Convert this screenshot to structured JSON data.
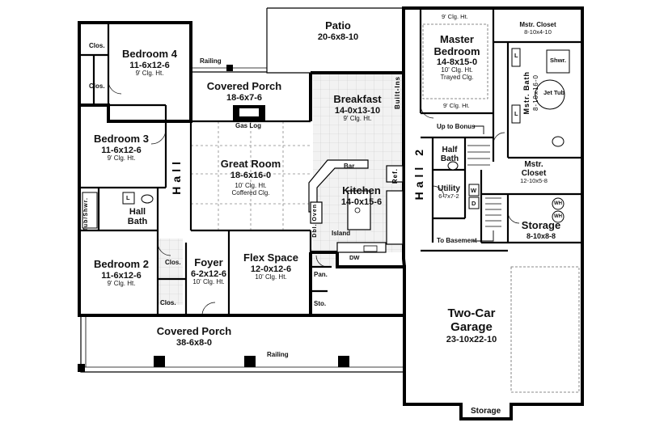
{
  "rooms": {
    "patio": {
      "name": "Patio",
      "dims": "20-6x8-10"
    },
    "master": {
      "name1": "Master",
      "name2": "Bedroom",
      "dims": "14-8x15-0",
      "clg1": "10' Clg. Ht.",
      "clg2": "Trayed Clg."
    },
    "bed4": {
      "name": "Bedroom 4",
      "dims": "11-6x12-6",
      "clg": "9' Clg. Ht."
    },
    "bed3": {
      "name": "Bedroom 3",
      "dims": "11-6x12-6",
      "clg": "9' Clg. Ht."
    },
    "bed2": {
      "name": "Bedroom 2",
      "dims": "11-6x12-6",
      "clg": "9' Clg. Ht."
    },
    "covered_porch_top": {
      "name": "Covered Porch",
      "dims": "18-6x7-6"
    },
    "breakfast": {
      "name": "Breakfast",
      "dims": "14-0x13-10",
      "clg": "9' Clg. Ht."
    },
    "great_room": {
      "name": "Great Room",
      "dims": "18-6x16-0",
      "clg1": "10' Clg. Ht.",
      "clg2": "Coffered Clg."
    },
    "kitchen": {
      "name": "Kitchen",
      "dims": "14-0x15-6"
    },
    "foyer": {
      "name": "Foyer",
      "dims": "6-2x12-6",
      "clg": "10' Clg. Ht."
    },
    "flex": {
      "name": "Flex Space",
      "dims": "12-0x12-6",
      "clg": "10' Clg. Ht."
    },
    "covered_porch_front": {
      "name": "Covered Porch",
      "dims": "38-6x8-0"
    },
    "garage": {
      "name1": "Two-Car",
      "name2": "Garage",
      "dims": "23-10x22-10"
    },
    "storage_right": {
      "name": "Storage",
      "dims": "8-10x8-8"
    },
    "mstr_closet_top": {
      "name": "Mstr. Closet",
      "dims": "8-10x4-10"
    },
    "mstr_closet": {
      "name1": "Mstr.",
      "name2": "Closet",
      "dims": "12-10x5-8"
    },
    "mstr_bath": {
      "name": "Mstr. Bath",
      "dims": "8-10x16-0"
    },
    "half_bath": {
      "name1": "Half",
      "name2": "Bath"
    },
    "utility": {
      "name": "Utility",
      "dims": "6-7x7-2"
    },
    "hall_bath": {
      "name1": "Hall",
      "name2": "Bath"
    }
  },
  "labels": {
    "hall": "Hall",
    "hall2": "Hall 2",
    "clos": "Clos.",
    "railing": "Railing",
    "gas_log": "Gas Log",
    "bar": "Bar",
    "island": "Island",
    "dw": "DW",
    "pan": "Pan.",
    "sto": "Sto.",
    "built_ins": "Built-Ins",
    "ref": "Ref.",
    "dbl_oven": "Dbl. Oven",
    "up_to_bonus": "Up to Bonus",
    "to_basement": "To Basement",
    "storage_bottom": "Storage",
    "clg_9": "9' Clg. Ht.",
    "tub_shwr": "Tub/Shwr.",
    "shwr": "Shwr.",
    "jet_tub": "Jet Tub",
    "wh": "WH",
    "l": "L",
    "w": "W",
    "d": "D"
  }
}
